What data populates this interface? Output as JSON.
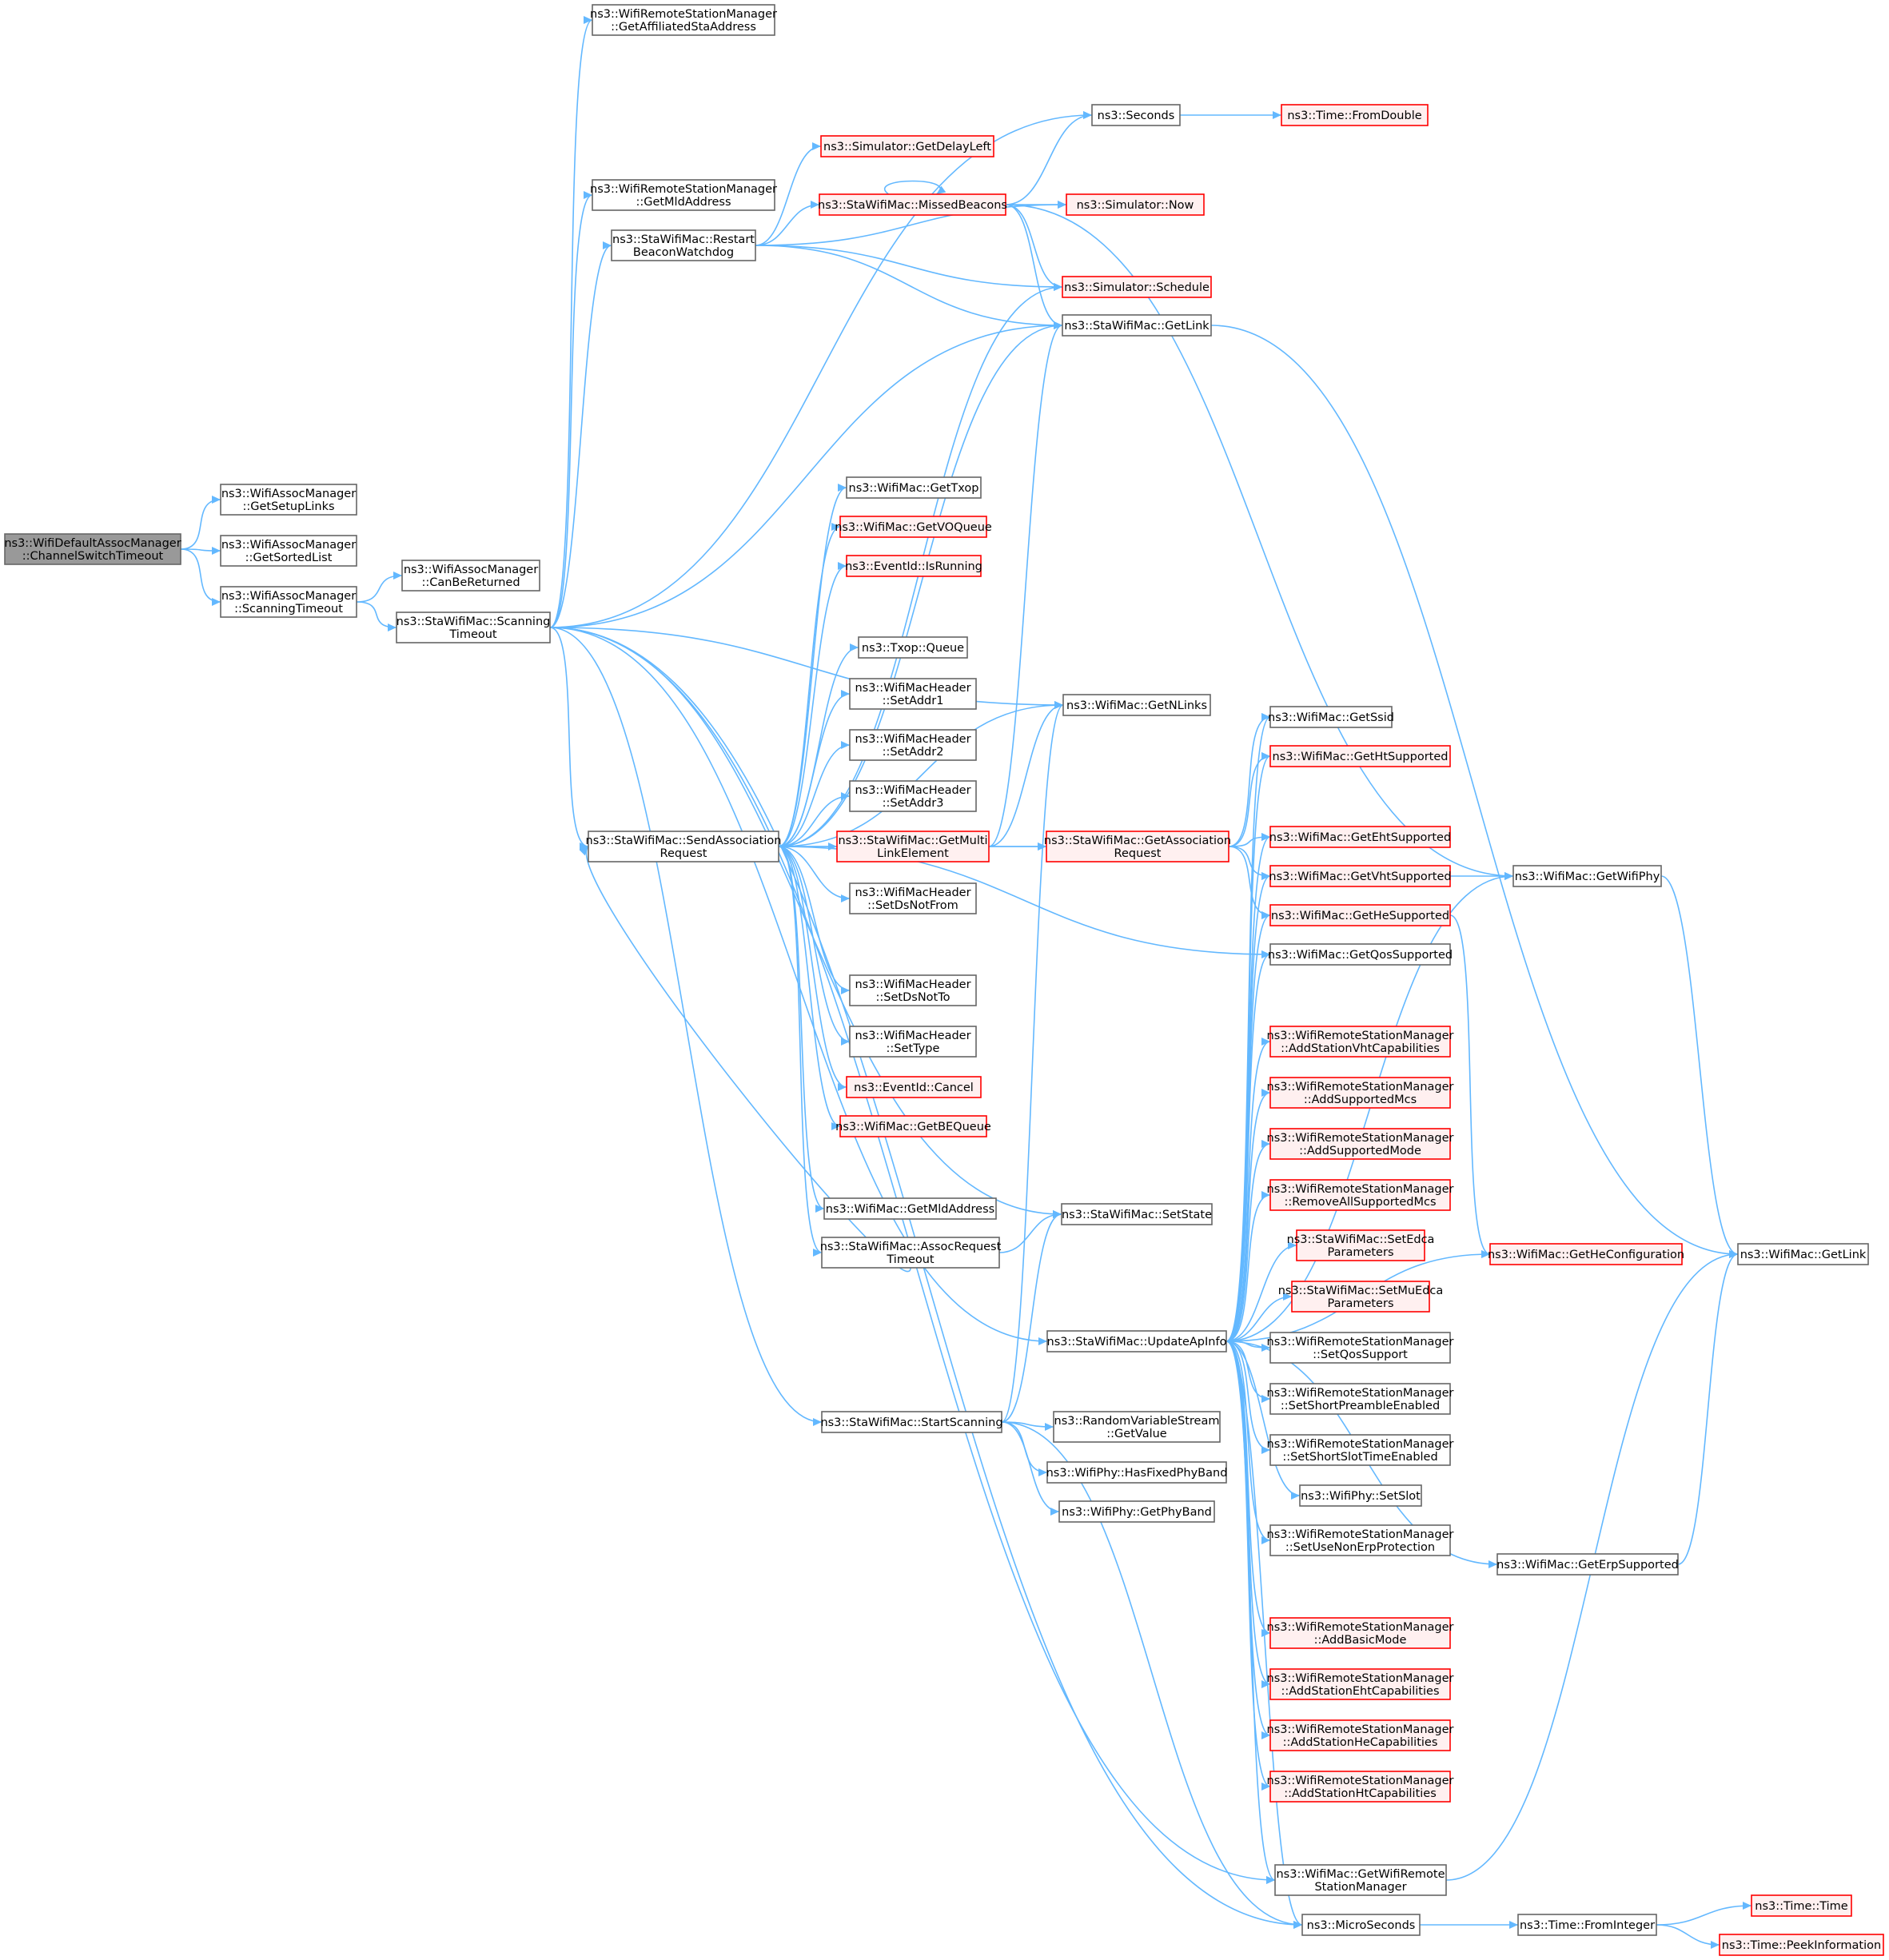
{
  "graph": {
    "colors": {
      "edge": "#63b8ff",
      "root_fill": "#999999",
      "node_border": "#666666",
      "truncated_border": "#ff0000",
      "truncated_fill": "#fff0f0"
    },
    "nodes": [
      {
        "id": "root",
        "lines": [
          "ns3::WifiDefaultAssocManager",
          "::ChannelSwitchTimeout"
        ],
        "style": "root"
      },
      {
        "id": "getSetupLinks",
        "lines": [
          "ns3::WifiAssocManager",
          "::GetSetupLinks"
        ],
        "style": "plain"
      },
      {
        "id": "getSortedList",
        "lines": [
          "ns3::WifiAssocManager",
          "::GetSortedList"
        ],
        "style": "plain"
      },
      {
        "id": "assocScanningTimeout",
        "lines": [
          "ns3::WifiAssocManager",
          "::ScanningTimeout"
        ],
        "style": "plain"
      },
      {
        "id": "canBeReturned",
        "lines": [
          "ns3::WifiAssocManager",
          "::CanBeReturned"
        ],
        "style": "plain"
      },
      {
        "id": "staScanningTimeout",
        "lines": [
          "ns3::StaWifiMac::Scanning",
          "Timeout"
        ],
        "style": "plain"
      },
      {
        "id": "getAffiliatedSta",
        "lines": [
          "ns3::WifiRemoteStationManager",
          "::GetAffiliatedStaAddress"
        ],
        "style": "plain"
      },
      {
        "id": "rsmGetMldAddress",
        "lines": [
          "ns3::WifiRemoteStationManager",
          "::GetMldAddress"
        ],
        "style": "plain"
      },
      {
        "id": "restartBeacon",
        "lines": [
          "ns3::StaWifiMac::Restart",
          "BeaconWatchdog"
        ],
        "style": "plain"
      },
      {
        "id": "seconds",
        "lines": [
          "ns3::Seconds"
        ],
        "style": "plain"
      },
      {
        "id": "fromDouble",
        "lines": [
          "ns3::Time::FromDouble"
        ],
        "style": "red"
      },
      {
        "id": "getDelayLeft",
        "lines": [
          "ns3::Simulator::GetDelayLeft"
        ],
        "style": "red"
      },
      {
        "id": "missedBeacons",
        "lines": [
          "ns3::StaWifiMac::MissedBeacons"
        ],
        "style": "red"
      },
      {
        "id": "simNow",
        "lines": [
          "ns3::Simulator::Now"
        ],
        "style": "red"
      },
      {
        "id": "simSchedule",
        "lines": [
          "ns3::Simulator::Schedule"
        ],
        "style": "red"
      },
      {
        "id": "staGetLink",
        "lines": [
          "ns3::StaWifiMac::GetLink"
        ],
        "style": "plain"
      },
      {
        "id": "getTxop",
        "lines": [
          "ns3::WifiMac::GetTxop"
        ],
        "style": "plain"
      },
      {
        "id": "getVOQueue",
        "lines": [
          "ns3::WifiMac::GetVOQueue"
        ],
        "style": "red"
      },
      {
        "id": "isRunning",
        "lines": [
          "ns3::EventId::IsRunning"
        ],
        "style": "red"
      },
      {
        "id": "txopQueue",
        "lines": [
          "ns3::Txop::Queue"
        ],
        "style": "plain"
      },
      {
        "id": "setAddr1",
        "lines": [
          "ns3::WifiMacHeader",
          "::SetAddr1"
        ],
        "style": "plain"
      },
      {
        "id": "getNLinks",
        "lines": [
          "ns3::WifiMac::GetNLinks"
        ],
        "style": "plain"
      },
      {
        "id": "setAddr2",
        "lines": [
          "ns3::WifiMacHeader",
          "::SetAddr2"
        ],
        "style": "plain"
      },
      {
        "id": "setAddr3",
        "lines": [
          "ns3::WifiMacHeader",
          "::SetAddr3"
        ],
        "style": "plain"
      },
      {
        "id": "sendAssoc",
        "lines": [
          "ns3::StaWifiMac::SendAssociation",
          "Request"
        ],
        "style": "plain"
      },
      {
        "id": "getMultiLink",
        "lines": [
          "ns3::StaWifiMac::GetMulti",
          "LinkElement"
        ],
        "style": "red"
      },
      {
        "id": "getAssocReq",
        "lines": [
          "ns3::StaWifiMac::GetAssociation",
          "Request"
        ],
        "style": "red"
      },
      {
        "id": "setDsNotFrom",
        "lines": [
          "ns3::WifiMacHeader",
          "::SetDsNotFrom"
        ],
        "style": "plain"
      },
      {
        "id": "setDsNotTo",
        "lines": [
          "ns3::WifiMacHeader",
          "::SetDsNotTo"
        ],
        "style": "plain"
      },
      {
        "id": "setType",
        "lines": [
          "ns3::WifiMacHeader",
          "::SetType"
        ],
        "style": "plain"
      },
      {
        "id": "eventCancel",
        "lines": [
          "ns3::EventId::Cancel"
        ],
        "style": "red"
      },
      {
        "id": "getBEQueue",
        "lines": [
          "ns3::WifiMac::GetBEQueue"
        ],
        "style": "red"
      },
      {
        "id": "macGetMldAddress",
        "lines": [
          "ns3::WifiMac::GetMldAddress"
        ],
        "style": "plain"
      },
      {
        "id": "setState",
        "lines": [
          "ns3::StaWifiMac::SetState"
        ],
        "style": "plain"
      },
      {
        "id": "assocReqTimeout",
        "lines": [
          "ns3::StaWifiMac::AssocRequest",
          "Timeout"
        ],
        "style": "plain"
      },
      {
        "id": "updateApInfo",
        "lines": [
          "ns3::StaWifiMac::UpdateApInfo"
        ],
        "style": "plain"
      },
      {
        "id": "startScanning",
        "lines": [
          "ns3::StaWifiMac::StartScanning"
        ],
        "style": "plain"
      },
      {
        "id": "rvsGetValue",
        "lines": [
          "ns3::RandomVariableStream",
          "::GetValue"
        ],
        "style": "plain"
      },
      {
        "id": "hasFixedPhyBand",
        "lines": [
          "ns3::WifiPhy::HasFixedPhyBand"
        ],
        "style": "plain"
      },
      {
        "id": "getPhyBand",
        "lines": [
          "ns3::WifiPhy::GetPhyBand"
        ],
        "style": "plain"
      },
      {
        "id": "getSsid",
        "lines": [
          "ns3::WifiMac::GetSsid"
        ],
        "style": "plain"
      },
      {
        "id": "getHtSupported",
        "lines": [
          "ns3::WifiMac::GetHtSupported"
        ],
        "style": "red"
      },
      {
        "id": "getEhtSupported",
        "lines": [
          "ns3::WifiMac::GetEhtSupported"
        ],
        "style": "red"
      },
      {
        "id": "getVhtSupported",
        "lines": [
          "ns3::WifiMac::GetVhtSupported"
        ],
        "style": "red"
      },
      {
        "id": "getHeSupported",
        "lines": [
          "ns3::WifiMac::GetHeSupported"
        ],
        "style": "red"
      },
      {
        "id": "getQosSupported",
        "lines": [
          "ns3::WifiMac::GetQosSupported"
        ],
        "style": "plain"
      },
      {
        "id": "addVhtCaps",
        "lines": [
          "ns3::WifiRemoteStationManager",
          "::AddStationVhtCapabilities"
        ],
        "style": "red"
      },
      {
        "id": "addSupportedMcs",
        "lines": [
          "ns3::WifiRemoteStationManager",
          "::AddSupportedMcs"
        ],
        "style": "red"
      },
      {
        "id": "addSupportedMode",
        "lines": [
          "ns3::WifiRemoteStationManager",
          "::AddSupportedMode"
        ],
        "style": "red"
      },
      {
        "id": "removeAllMcs",
        "lines": [
          "ns3::WifiRemoteStationManager",
          "::RemoveAllSupportedMcs"
        ],
        "style": "red"
      },
      {
        "id": "setEdca",
        "lines": [
          "ns3::StaWifiMac::SetEdca",
          "Parameters"
        ],
        "style": "red"
      },
      {
        "id": "setMuEdca",
        "lines": [
          "ns3::StaWifiMac::SetMuEdca",
          "Parameters"
        ],
        "style": "red"
      },
      {
        "id": "setQosSupport",
        "lines": [
          "ns3::WifiRemoteStationManager",
          "::SetQosSupport"
        ],
        "style": "plain"
      },
      {
        "id": "setShortPreamble",
        "lines": [
          "ns3::WifiRemoteStationManager",
          "::SetShortPreambleEnabled"
        ],
        "style": "plain"
      },
      {
        "id": "setShortSlot",
        "lines": [
          "ns3::WifiRemoteStationManager",
          "::SetShortSlotTimeEnabled"
        ],
        "style": "plain"
      },
      {
        "id": "phySetSlot",
        "lines": [
          "ns3::WifiPhy::SetSlot"
        ],
        "style": "plain"
      },
      {
        "id": "setNonErp",
        "lines": [
          "ns3::WifiRemoteStationManager",
          "::SetUseNonErpProtection"
        ],
        "style": "plain"
      },
      {
        "id": "addBasicMode",
        "lines": [
          "ns3::WifiRemoteStationManager",
          "::AddBasicMode"
        ],
        "style": "red"
      },
      {
        "id": "addEhtCaps",
        "lines": [
          "ns3::WifiRemoteStationManager",
          "::AddStationEhtCapabilities"
        ],
        "style": "red"
      },
      {
        "id": "addHeCaps",
        "lines": [
          "ns3::WifiRemoteStationManager",
          "::AddStationHeCapabilities"
        ],
        "style": "red"
      },
      {
        "id": "addHtCaps",
        "lines": [
          "ns3::WifiRemoteStationManager",
          "::AddStationHtCapabilities"
        ],
        "style": "red"
      },
      {
        "id": "getRsm",
        "lines": [
          "ns3::WifiMac::GetWifiRemote",
          "StationManager"
        ],
        "style": "plain"
      },
      {
        "id": "microSeconds",
        "lines": [
          "ns3::MicroSeconds"
        ],
        "style": "plain"
      },
      {
        "id": "fromInteger",
        "lines": [
          "ns3::Time::FromInteger"
        ],
        "style": "plain"
      },
      {
        "id": "timeTime",
        "lines": [
          "ns3::Time::Time"
        ],
        "style": "red"
      },
      {
        "id": "peekInfo",
        "lines": [
          "ns3::Time::PeekInformation"
        ],
        "style": "red"
      },
      {
        "id": "getWifiPhy",
        "lines": [
          "ns3::WifiMac::GetWifiPhy"
        ],
        "style": "plain"
      },
      {
        "id": "macGetLink",
        "lines": [
          "ns3::WifiMac::GetLink"
        ],
        "style": "plain"
      },
      {
        "id": "getHeConfig",
        "lines": [
          "ns3::WifiMac::GetHeConfiguration"
        ],
        "style": "red"
      },
      {
        "id": "getErpSupported",
        "lines": [
          "ns3::WifiMac::GetErpSupported"
        ],
        "style": "plain"
      }
    ],
    "edges": [
      [
        "root",
        "getSetupLinks"
      ],
      [
        "root",
        "getSortedList"
      ],
      [
        "root",
        "assocScanningTimeout"
      ],
      [
        "assocScanningTimeout",
        "canBeReturned"
      ],
      [
        "assocScanningTimeout",
        "staScanningTimeout"
      ],
      [
        "staScanningTimeout",
        "getAffiliatedSta"
      ],
      [
        "staScanningTimeout",
        "rsmGetMldAddress"
      ],
      [
        "staScanningTimeout",
        "restartBeacon"
      ],
      [
        "staScanningTimeout",
        "seconds"
      ],
      [
        "staScanningTimeout",
        "staGetLink"
      ],
      [
        "staScanningTimeout",
        "getNLinks"
      ],
      [
        "staScanningTimeout",
        "sendAssoc"
      ],
      [
        "staScanningTimeout",
        "setState"
      ],
      [
        "staScanningTimeout",
        "updateApInfo"
      ],
      [
        "staScanningTimeout",
        "startScanning"
      ],
      [
        "staScanningTimeout",
        "getRsm"
      ],
      [
        "staScanningTimeout",
        "microSeconds"
      ],
      [
        "restartBeacon",
        "getDelayLeft"
      ],
      [
        "restartBeacon",
        "missedBeacons"
      ],
      [
        "restartBeacon",
        "simNow"
      ],
      [
        "restartBeacon",
        "simSchedule"
      ],
      [
        "restartBeacon",
        "staGetLink"
      ],
      [
        "seconds",
        "fromDouble"
      ],
      [
        "missedBeacons",
        "missedBeacons"
      ],
      [
        "missedBeacons",
        "seconds"
      ],
      [
        "missedBeacons",
        "simNow"
      ],
      [
        "missedBeacons",
        "simSchedule"
      ],
      [
        "missedBeacons",
        "staGetLink"
      ],
      [
        "missedBeacons",
        "getWifiPhy"
      ],
      [
        "staGetLink",
        "macGetLink"
      ],
      [
        "sendAssoc",
        "simSchedule"
      ],
      [
        "sendAssoc",
        "staGetLink"
      ],
      [
        "sendAssoc",
        "getTxop"
      ],
      [
        "sendAssoc",
        "getVOQueue"
      ],
      [
        "sendAssoc",
        "isRunning"
      ],
      [
        "sendAssoc",
        "txopQueue"
      ],
      [
        "sendAssoc",
        "setAddr1"
      ],
      [
        "sendAssoc",
        "getNLinks"
      ],
      [
        "sendAssoc",
        "setAddr2"
      ],
      [
        "sendAssoc",
        "setAddr3"
      ],
      [
        "sendAssoc",
        "getMultiLink"
      ],
      [
        "sendAssoc",
        "getAssocReq"
      ],
      [
        "sendAssoc",
        "setDsNotFrom"
      ],
      [
        "sendAssoc",
        "setDsNotTo"
      ],
      [
        "sendAssoc",
        "setType"
      ],
      [
        "sendAssoc",
        "eventCancel"
      ],
      [
        "sendAssoc",
        "getBEQueue"
      ],
      [
        "sendAssoc",
        "macGetMldAddress"
      ],
      [
        "sendAssoc",
        "assocReqTimeout"
      ],
      [
        "sendAssoc",
        "getQosSupported"
      ],
      [
        "getMultiLink",
        "staGetLink"
      ],
      [
        "getMultiLink",
        "getNLinks"
      ],
      [
        "getMultiLink",
        "getAssocReq"
      ],
      [
        "getAssocReq",
        "getSsid"
      ],
      [
        "getAssocReq",
        "getHtSupported"
      ],
      [
        "getAssocReq",
        "getEhtSupported"
      ],
      [
        "getAssocReq",
        "getVhtSupported"
      ],
      [
        "getAssocReq",
        "getHeSupported"
      ],
      [
        "assocReqTimeout",
        "setState"
      ],
      [
        "assocReqTimeout",
        "sendAssoc"
      ],
      [
        "getVhtSupported",
        "getWifiPhy"
      ],
      [
        "getHeSupported",
        "getHeConfig"
      ],
      [
        "getWifiPhy",
        "macGetLink"
      ],
      [
        "getErpSupported",
        "macGetLink"
      ],
      [
        "getRsm",
        "macGetLink"
      ],
      [
        "startScanning",
        "getNLinks"
      ],
      [
        "startScanning",
        "setState"
      ],
      [
        "startScanning",
        "rvsGetValue"
      ],
      [
        "startScanning",
        "hasFixedPhyBand"
      ],
      [
        "startScanning",
        "getPhyBand"
      ],
      [
        "startScanning",
        "microSeconds"
      ],
      [
        "updateApInfo",
        "getSsid"
      ],
      [
        "updateApInfo",
        "getHtSupported"
      ],
      [
        "updateApInfo",
        "getEhtSupported"
      ],
      [
        "updateApInfo",
        "getVhtSupported"
      ],
      [
        "updateApInfo",
        "getHeSupported"
      ],
      [
        "updateApInfo",
        "getQosSupported"
      ],
      [
        "updateApInfo",
        "addVhtCaps"
      ],
      [
        "updateApInfo",
        "addSupportedMcs"
      ],
      [
        "updateApInfo",
        "addSupportedMode"
      ],
      [
        "updateApInfo",
        "removeAllMcs"
      ],
      [
        "updateApInfo",
        "setEdca"
      ],
      [
        "updateApInfo",
        "setMuEdca"
      ],
      [
        "updateApInfo",
        "setQosSupport"
      ],
      [
        "updateApInfo",
        "setShortPreamble"
      ],
      [
        "updateApInfo",
        "setShortSlot"
      ],
      [
        "updateApInfo",
        "phySetSlot"
      ],
      [
        "updateApInfo",
        "setNonErp"
      ],
      [
        "updateApInfo",
        "addBasicMode"
      ],
      [
        "updateApInfo",
        "addEhtCaps"
      ],
      [
        "updateApInfo",
        "addHeCaps"
      ],
      [
        "updateApInfo",
        "addHtCaps"
      ],
      [
        "updateApInfo",
        "getRsm"
      ],
      [
        "updateApInfo",
        "microSeconds"
      ],
      [
        "updateApInfo",
        "getWifiPhy"
      ],
      [
        "updateApInfo",
        "getErpSupported"
      ],
      [
        "updateApInfo",
        "getHeConfig"
      ],
      [
        "microSeconds",
        "fromInteger"
      ],
      [
        "fromInteger",
        "timeTime"
      ],
      [
        "fromInteger",
        "peekInfo"
      ]
    ]
  }
}
